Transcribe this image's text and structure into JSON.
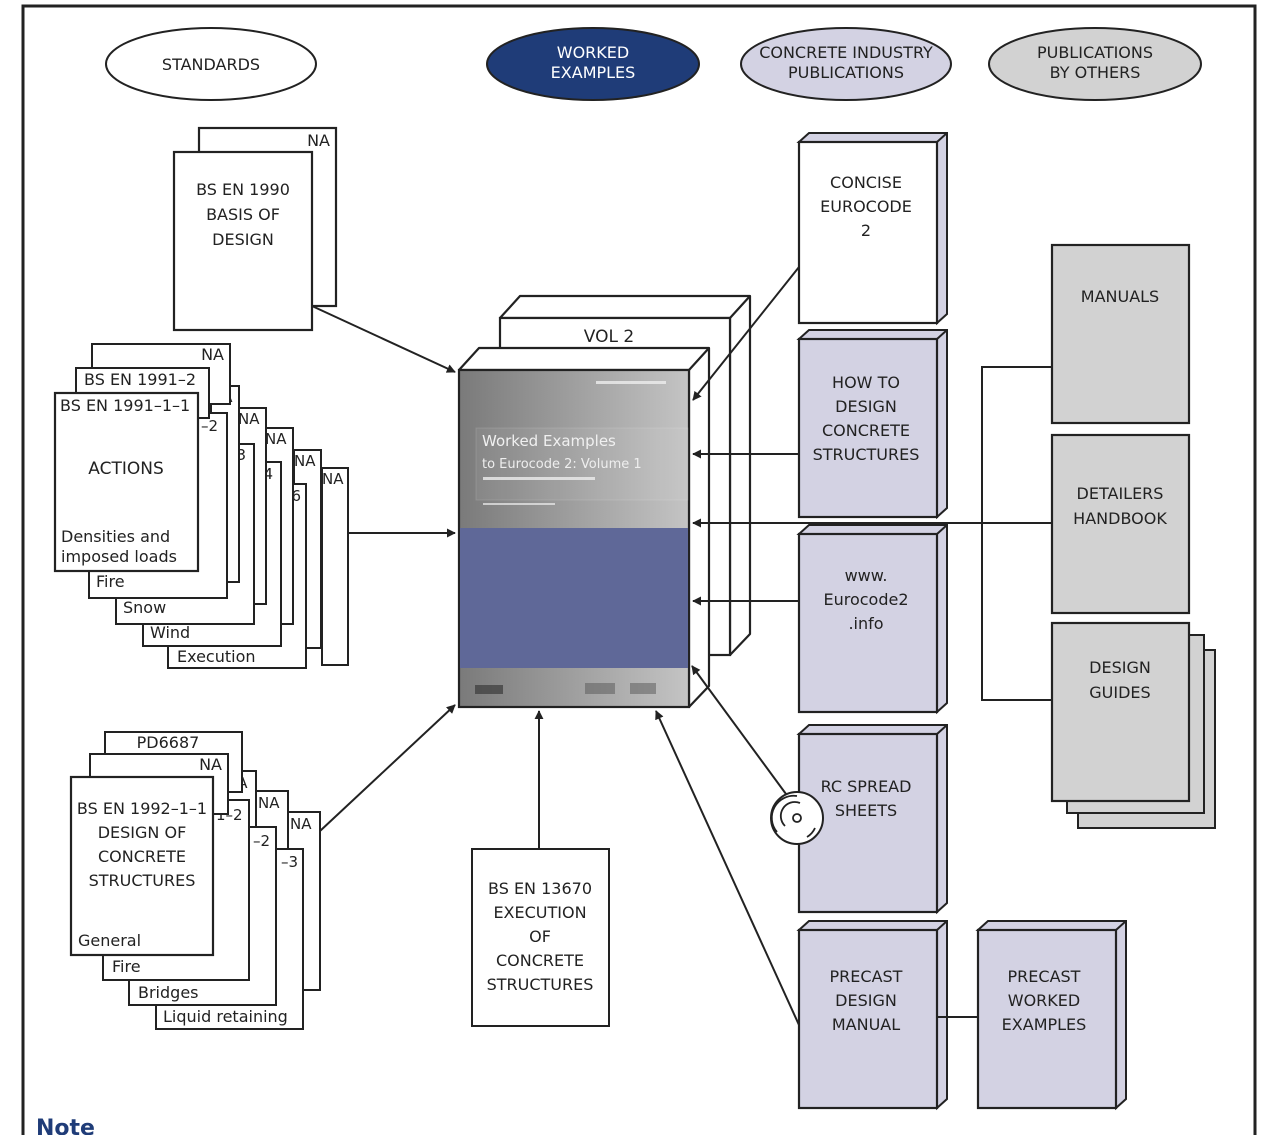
{
  "colors": {
    "frame": "#222222",
    "worked_examples_fill": "#1f3c78",
    "concrete_industry_fill": "#d3d2e3",
    "others_fill": "#d2d2d2",
    "cover_band": "#5f6898",
    "cover_grey_dark": "#7a7a7a",
    "cover_grey_light": "#c4c4c4",
    "note_heading": "#1f3c78"
  },
  "legend": {
    "standards": [
      "STANDARDS"
    ],
    "worked_examples": [
      "WORKED",
      "EXAMPLES"
    ],
    "concrete_industry": [
      "CONCRETE INDUSTRY",
      "PUBLICATIONS"
    ],
    "others": [
      "PUBLICATIONS",
      "BY OTHERS"
    ]
  },
  "basis_of_design": {
    "na": "NA",
    "lines": [
      "BS EN 1990",
      "BASIS OF",
      "DESIGN"
    ]
  },
  "actions": {
    "back_na": "NA",
    "part2_title": "BS EN 1991–2",
    "front_title": "BS EN 1991–1–1",
    "main": "ACTIONS",
    "front_sub": [
      "Densities and",
      "imposed loads"
    ],
    "na": "NA",
    "parts": [
      {
        "code": "–2",
        "name": "Fire"
      },
      {
        "code": "–3",
        "name": "Snow"
      },
      {
        "code": "–4",
        "name": "Wind"
      },
      {
        "code": "–6",
        "name": "Execution"
      }
    ]
  },
  "concrete_design": {
    "pd": "PD6687",
    "na": "NA",
    "front_lines": [
      "BS EN 1992–1–1",
      "DESIGN OF",
      "CONCRETE",
      "STRUCTURES"
    ],
    "front_sub": "General",
    "parts": [
      {
        "code": "1–2",
        "name": "Fire"
      },
      {
        "code": "–2",
        "name": "Bridges"
      },
      {
        "code": "–3",
        "name": "Liquid retaining"
      }
    ]
  },
  "execution": {
    "lines": [
      "BS EN 13670",
      "EXECUTION",
      "OF",
      "CONCRETE",
      "STRUCTURES"
    ]
  },
  "central_book": {
    "vol2": "VOL 2",
    "cover_title": "Worked Examples",
    "cover_subtitle": "to Eurocode 2: Volume 1"
  },
  "concrete_pubs": [
    {
      "id": "concise",
      "lines": [
        "CONCISE",
        "EUROCODE",
        "2"
      ]
    },
    {
      "id": "how-to",
      "lines": [
        "HOW TO",
        "DESIGN",
        "CONCRETE",
        "STRUCTURES"
      ]
    },
    {
      "id": "website",
      "lines": [
        "www.",
        "Eurocode2",
        ".info"
      ]
    },
    {
      "id": "spreadsheets",
      "lines": [
        "RC SPREAD",
        "SHEETS"
      ]
    },
    {
      "id": "precast-manual",
      "lines": [
        "PRECAST",
        "DESIGN",
        "MANUAL"
      ]
    },
    {
      "id": "precast-examples",
      "lines": [
        "PRECAST",
        "WORKED",
        "EXAMPLES"
      ]
    }
  ],
  "others_pubs": [
    {
      "id": "manuals",
      "lines": [
        "MANUALS"
      ]
    },
    {
      "id": "detailers",
      "lines": [
        "DETAILERS",
        "HANDBOOK"
      ]
    },
    {
      "id": "design-guides",
      "lines": [
        "DESIGN",
        "GUIDES"
      ]
    }
  ],
  "note": {
    "heading": "Note"
  }
}
